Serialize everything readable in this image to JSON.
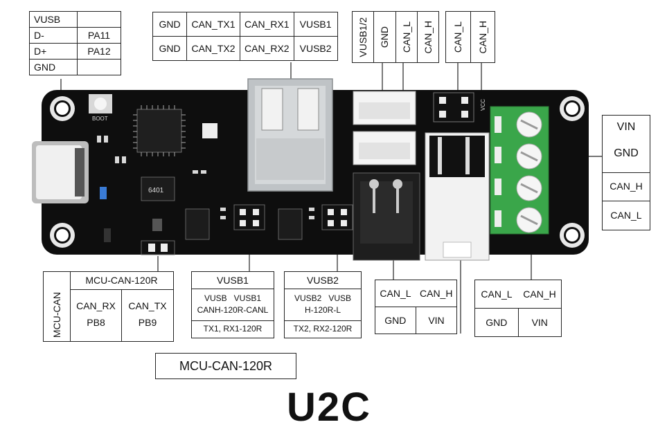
{
  "title": "U2C",
  "bottom_label": "MCU-CAN-120R",
  "usb_table": {
    "rows": [
      [
        "VUSB",
        ""
      ],
      [
        "D-",
        "PA11"
      ],
      [
        "D+",
        "PA12"
      ],
      [
        "GND",
        ""
      ]
    ]
  },
  "usb_a_table": {
    "rows": [
      [
        "GND",
        "CAN_TX1",
        "CAN_RX1",
        "VUSB1"
      ],
      [
        "GND",
        "CAN_TX2",
        "CAN_RX2",
        "VUSB2"
      ]
    ]
  },
  "jst_table": {
    "cols": [
      "VUSB1/2",
      "GND",
      "CAN_L",
      "CAN_H"
    ]
  },
  "header_table": {
    "cols": [
      "CAN_L",
      "CAN_H"
    ]
  },
  "terminal_table": {
    "top": [
      "VIN",
      "GND"
    ],
    "bottom": [
      "CAN_H",
      "CAN_L"
    ]
  },
  "mcu_table": {
    "header": "MCU-CAN-120R",
    "side": "MCU-CAN",
    "col1": [
      "CAN_RX",
      "PB8"
    ],
    "col2": [
      "CAN_TX",
      "PB9"
    ]
  },
  "vusb1_box": {
    "title": "VUSB1",
    "line1": "VUSB   VUSB1",
    "line2": "CANH-120R-CANL",
    "line3": "TX1, RX1-120R"
  },
  "vusb2_box": {
    "title": "VUSB2",
    "line1": "VUSB2   VUSB",
    "line2": "H-120R-L",
    "line3": "TX2, RX2-120R"
  },
  "molex_table": {
    "rows": [
      [
        "CAN_L",
        "CAN_H"
      ],
      [
        "GND",
        "VIN"
      ]
    ]
  },
  "white_conn_table": {
    "rows": [
      [
        "CAN_L",
        "CAN_H"
      ],
      [
        "GND",
        "VIN"
      ]
    ]
  },
  "silkscreen": {
    "boot": "BOOT",
    "chip": "6401",
    "vcc": "VCC"
  },
  "colors": {
    "board": "#101010",
    "terminal_green": "#3aa64a",
    "usb_metal": "#bfc3c6",
    "connector_white": "#f2f2f2"
  }
}
